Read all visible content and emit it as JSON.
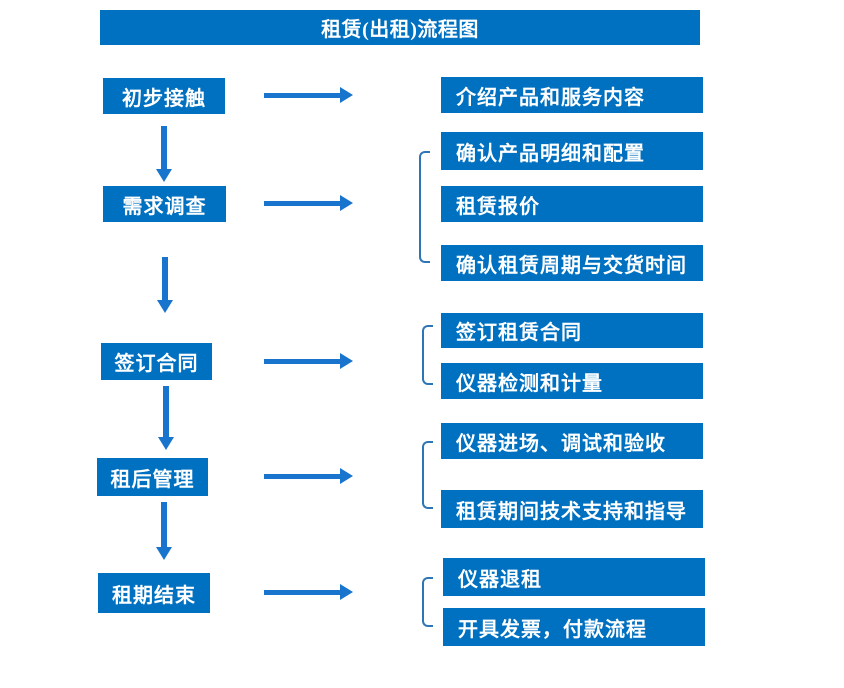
{
  "title": "租赁(出租)流程图",
  "colors": {
    "box_blue": "#0070C0",
    "arrow_blue": "#1874CC",
    "bracket_blue": "#2E75B6",
    "text_white": "#FFFFFF"
  },
  "flow": {
    "steps": [
      {
        "label": "初步接触",
        "details": [
          "介绍产品和服务内容"
        ]
      },
      {
        "label": "需求调查",
        "details": [
          "确认产品明细和配置",
          "租赁报价",
          "确认租赁周期与交货时间"
        ]
      },
      {
        "label": "签订合同",
        "details": [
          "签订租赁合同",
          "仪器检测和计量"
        ]
      },
      {
        "label": "租后管理",
        "details": [
          "仪器进场、调试和验收",
          "租赁期间技术支持和指导"
        ]
      },
      {
        "label": "租期结束",
        "details": [
          "仪器退租",
          "开具发票，付款流程"
        ]
      }
    ]
  }
}
